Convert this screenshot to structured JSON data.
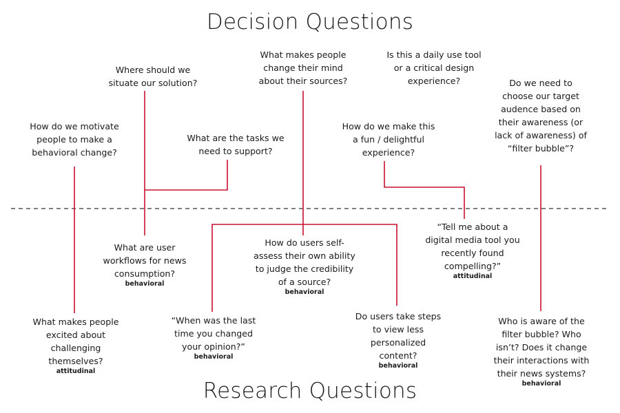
{
  "titles": {
    "decision": "Decision Questions",
    "research": "Research Questions"
  },
  "decision_questions": [
    "How do we motivate\npeople to make a\nbehavioral change?",
    "Where should we\nsituate our solution?",
    "What are the tasks we\nneed to support?",
    "What makes people\nchange their mind\nabout their sources?",
    "Is this a daily use tool\nor a critical design\nexperience?",
    "How do we make this\na fun / delightful\nexperience?",
    "Do we need to\nchoose our target\naudence based on\ntheir awareness (or\nlack of awareness) of\n“filter bubble”?"
  ],
  "research_questions": [
    {
      "text": "What are user\nworkflows for news\nconsumption?",
      "tag": "behavioral"
    },
    {
      "text": "How do users self-\nassess their own ability\nto judge the credibility\nof a source?",
      "tag": "behavioral"
    },
    {
      "text": "“Tell me about a\ndigital media tool you\nrecently found\ncompelling?”",
      "tag": "attitudinal"
    },
    {
      "text": "What makes people\nexcited about\nchallenging\nthemselves?",
      "tag": "attitudinal"
    },
    {
      "text": "“When was the last\ntime you changed\nyour opinion?”",
      "tag": "behavioral"
    },
    {
      "text": "Do users take steps\nto view less\npersonalized\ncontent?",
      "tag": "behavioral"
    },
    {
      "text": "Who is aware of the\nfilter bubble? Who\nisn’t? Does it change\ntheir interactions with\ntheir news systems?",
      "tag": "behavioral"
    }
  ],
  "colors": {
    "connector": "#c8102e",
    "divider": "#333333",
    "text": "#1a1a1a"
  }
}
